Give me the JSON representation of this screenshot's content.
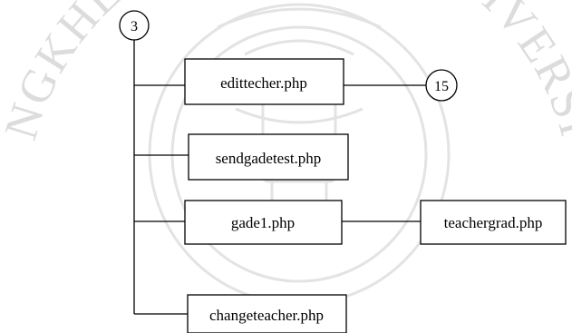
{
  "watermark": {
    "text": "SONGKHLA RAJABHAT UNIVERSITY",
    "color": "#dcdcdc"
  },
  "diagram": {
    "root": {
      "label": "3"
    },
    "nodes": {
      "edittecher": {
        "label": "edittecher.php"
      },
      "sendgadetest": {
        "label": "sendgadetest.php"
      },
      "gade1": {
        "label": "gade1.php"
      },
      "changeteacher": {
        "label": "changeteacher.php"
      },
      "teachergrad": {
        "label": "teachergrad.php"
      },
      "connector15": {
        "label": "15"
      }
    }
  }
}
